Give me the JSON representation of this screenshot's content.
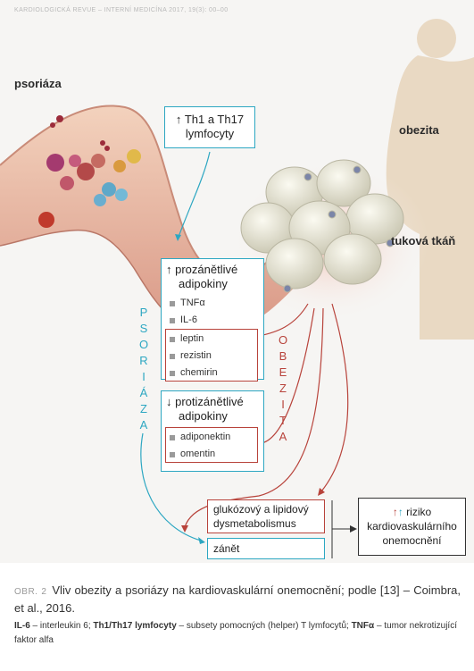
{
  "header_strip": "KARDIOLOGICKÁ REVUE – INTERNÍ MEDICÍNA 2017, 19(3): 00–00",
  "labels": {
    "psoriaza": "psoriáza",
    "obezita": "obezita",
    "tukova_tkan": "tuková tkáň"
  },
  "th_box": {
    "arrow": "↑",
    "line1": "Th1 a Th17",
    "line2": "lymfocyty"
  },
  "pro_box": {
    "arrow": "↑",
    "line1": "prozánětlivé",
    "line2": "adipokiny",
    "items": [
      "TNFα",
      "IL-6",
      "leptin",
      "rezistin",
      "chemirin"
    ]
  },
  "anti_box": {
    "arrow": "↓",
    "line1": "protizánětlivé",
    "line2": "adipokiny",
    "items": [
      "adiponektin",
      "omentin"
    ]
  },
  "vertical_psoriaza": [
    "P",
    "S",
    "O",
    "R",
    "I",
    "Á",
    "Z",
    "A"
  ],
  "vertical_obezita": [
    "O",
    "B",
    "E",
    "Z",
    "I",
    "T",
    "A"
  ],
  "metab_box": {
    "line1": "glukózový a lipidový",
    "line2": "dysmetabolismus"
  },
  "zanet_box": {
    "text": "zánět"
  },
  "risk_box": {
    "arrow1": "↑",
    "arrow2": "↑",
    "line1": "riziko",
    "line2": "kardiovaskulárního",
    "line3": "onemocnění"
  },
  "caption": {
    "fig_label": "OBR. 2",
    "text": "Vliv obezity a psoriázy na kardiovaskulární onemocnění; podle [13] – Coimbra, et al., 2016."
  },
  "legend": {
    "t1": "IL-6",
    "d1": " – interleukin 6; ",
    "t2": "Th1/Th17 lymfocyty",
    "d2": " – subsety pomocných (helper) T lymfocytů; ",
    "t3": "TNFα",
    "d3": " – tumor nekrotizující faktor alfa"
  },
  "colors": {
    "psoriaza": "#2da7c2",
    "obezita": "#b8433b",
    "skin": "#e9bfa6",
    "fat": "#e6e4d6"
  }
}
